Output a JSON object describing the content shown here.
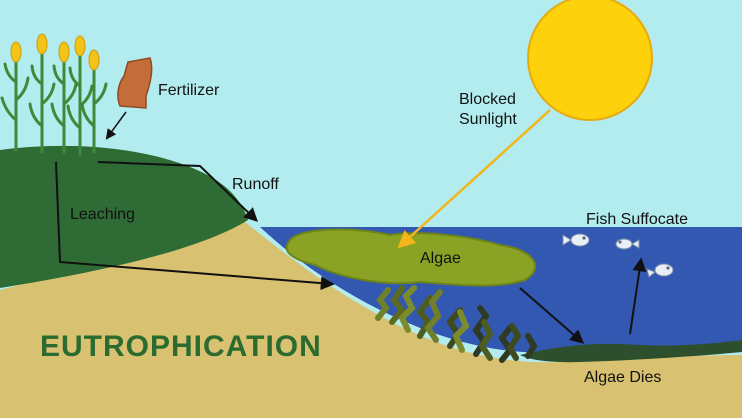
{
  "title": "EUTROPHICATION",
  "labels": {
    "fertilizer": "Fertilizer",
    "runoff": "Runoff",
    "leaching": "Leaching",
    "blocked_sunlight_line1": "Blocked",
    "blocked_sunlight_line2": "Sunlight",
    "fish_suffocate": "Fish Suffocate",
    "algae": "Algae",
    "algae_dies": "Algae Dies"
  },
  "colors": {
    "sky": "#b3ecef",
    "sun": "#fdd20c",
    "hill": "#2f6b34",
    "sand": "#d8c171",
    "water": "#3258b2",
    "algae": "#8aa324",
    "dead_algae": "#2d4f2d",
    "title": "#2c6b2f",
    "sun_arrow": "#f2b51a",
    "fertilizer_bag": "#c56d3a"
  }
}
